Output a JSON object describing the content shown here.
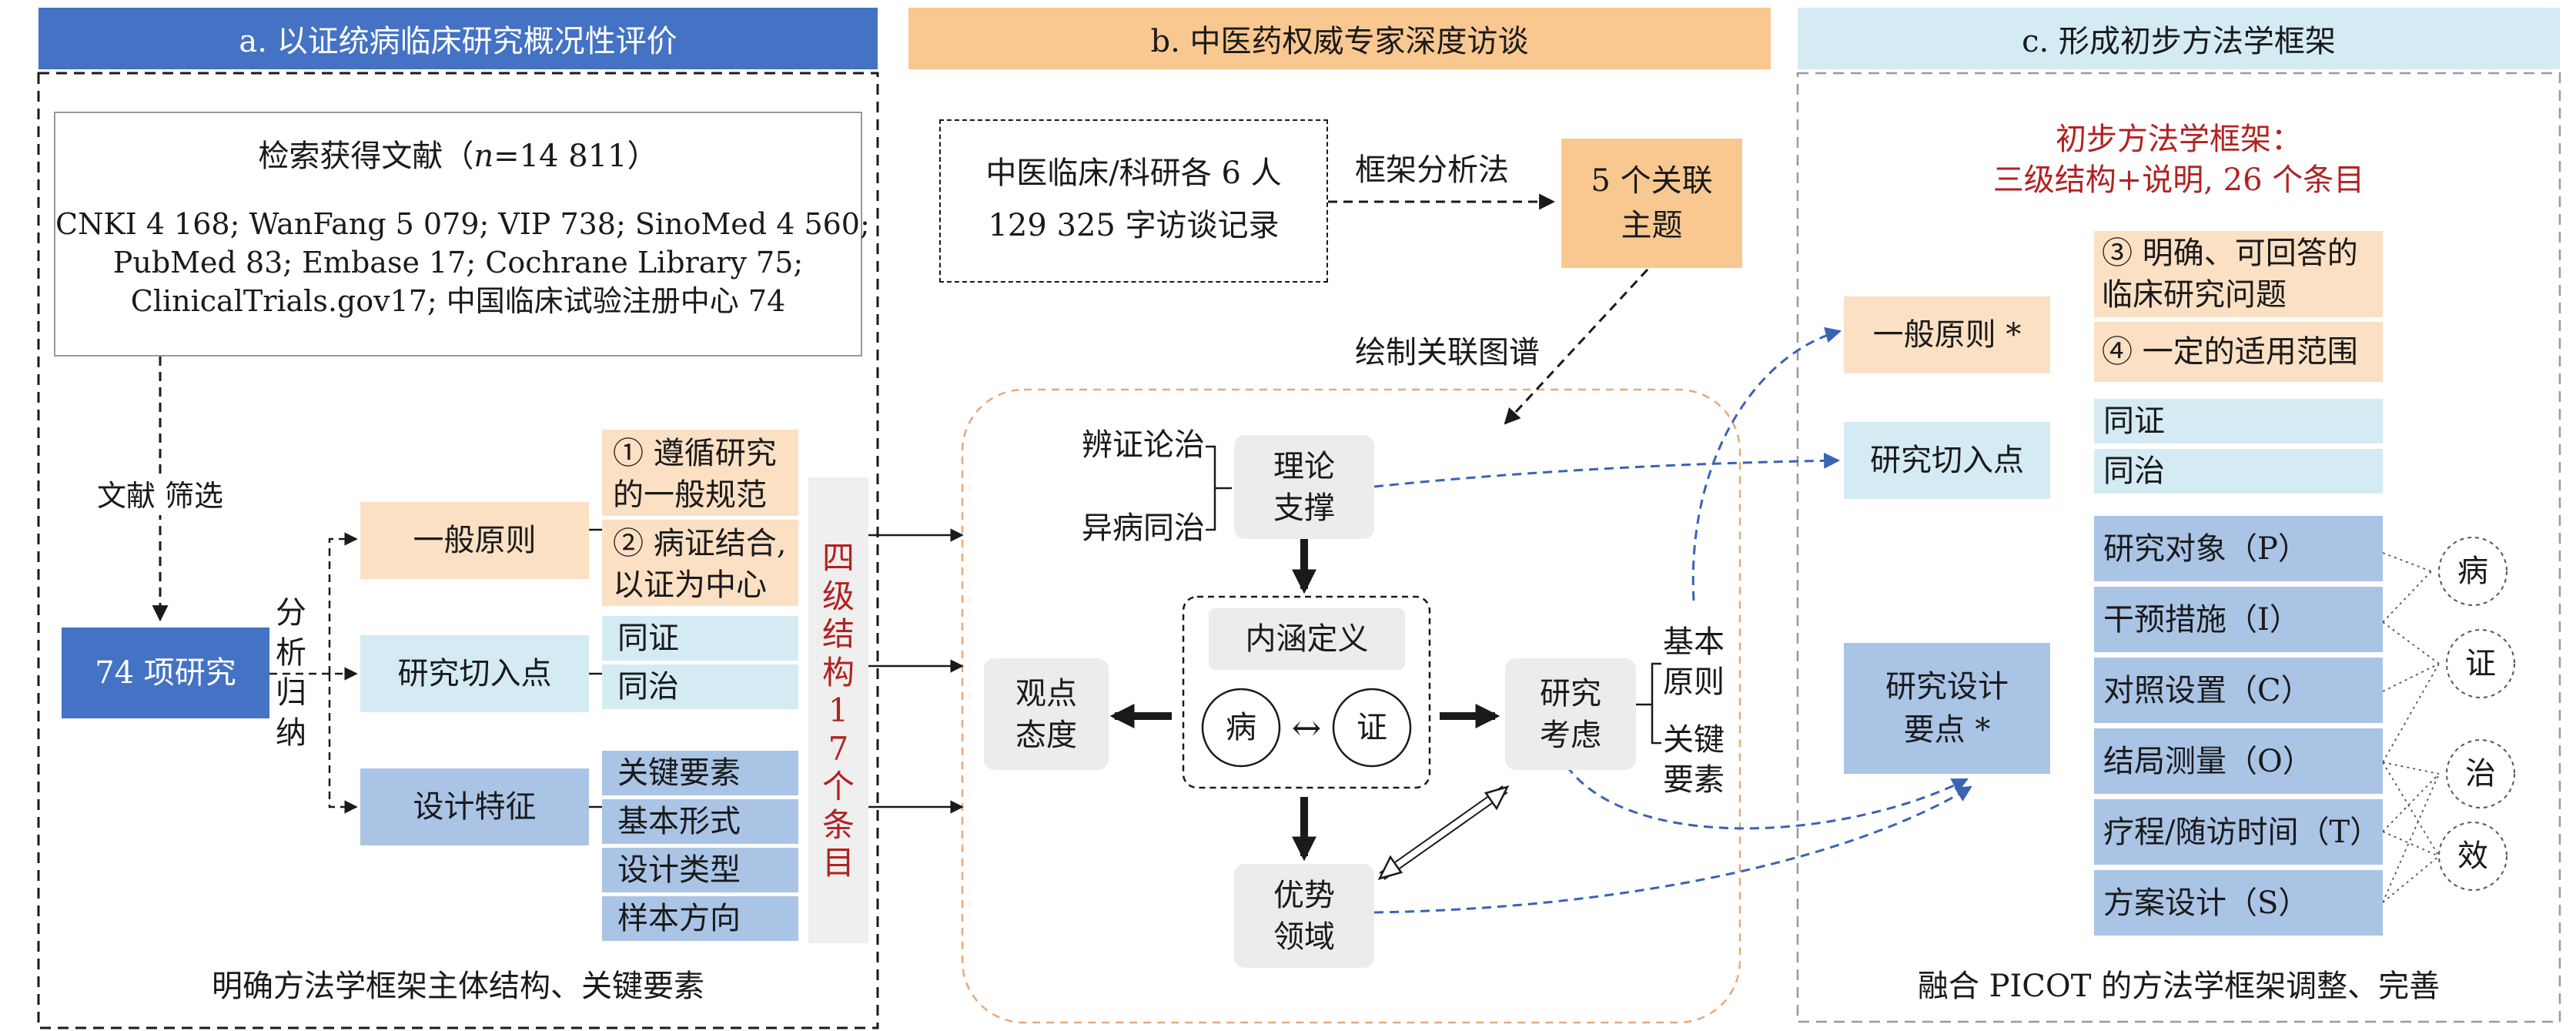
{
  "panel_a": {
    "header": "a. 以证统病临床研究概况性评价",
    "search_title_prefix": "检索获得文献（",
    "search_title_n": "n",
    "search_title_suffix": "=14 811）",
    "sources_line1": "CNKI 4 168; WanFang 5 079; VIP 738; SinoMed 4 560;",
    "sources_line2": "PubMed 83; Embase 17; Cochrane Library 75;",
    "sources_line3": "ClinicalTrials.gov17; 中国临床试验注册中心 74",
    "screen_label": "文献 筛选",
    "studies": "74 项研究",
    "analyze_label": "分析归纳",
    "nodes": {
      "general": "一般原则",
      "entry": "研究切入点",
      "design": "设计特征"
    },
    "general_items": [
      "① 遵循研究的一般规范",
      "② 病证结合,以证为中心"
    ],
    "entry_items": [
      "同证",
      "同治"
    ],
    "design_items": [
      "关键要素",
      "基本形式",
      "设计类型",
      "样本方向"
    ],
    "vertical_label": "四级结构17个条目",
    "footer": "明确方法学框架主体结构、关键要素"
  },
  "panel_b": {
    "header": "b. 中医药权威专家深度访谈",
    "interview_line1": "中医临床/科研各 6 人",
    "interview_line2": "129 325 字访谈记录",
    "method_label": "框架分析法",
    "themes": "5 个关联主题",
    "map_label": "绘制关联图谱",
    "theory_terms": [
      "辨证论治",
      "异病同治"
    ],
    "theory": "理论支撑",
    "definition": "内涵定义",
    "disease": "病",
    "syndrome": "证",
    "double_arrow": "↔",
    "viewpoint": "观点态度",
    "research": "研究考虑",
    "research_terms": [
      "基本原则",
      "关键要素"
    ],
    "advantage": "优势领域"
  },
  "panel_c": {
    "header": "c. 形成初步方法学框架",
    "title_line1": "初步方法学框架：",
    "title_line2": "三级结构+说明, 26 个条目",
    "general": "一般原则 *",
    "general_items": [
      "③ 明确、可回答的临床研究问题",
      "④ 一定的适用范围"
    ],
    "entry": "研究切入点",
    "entry_items": [
      "同证",
      "同治"
    ],
    "design": "研究设计要点 *",
    "design_items": [
      "研究对象（P）",
      "干预措施（I）",
      "对照设置（C）",
      "结局测量（O）",
      "疗程/随访时间（T）",
      "方案设计（S）"
    ],
    "circles": [
      "病",
      "证",
      "治",
      "效"
    ],
    "footer": "融合 PICOT 的方法学框架调整、完善"
  },
  "colors": {
    "accent_red": "#b22222",
    "header_a": "#4472c4",
    "header_b": "#f9c891",
    "header_c": "#d4ebf4",
    "dashed_blue": "#3a63b5"
  }
}
